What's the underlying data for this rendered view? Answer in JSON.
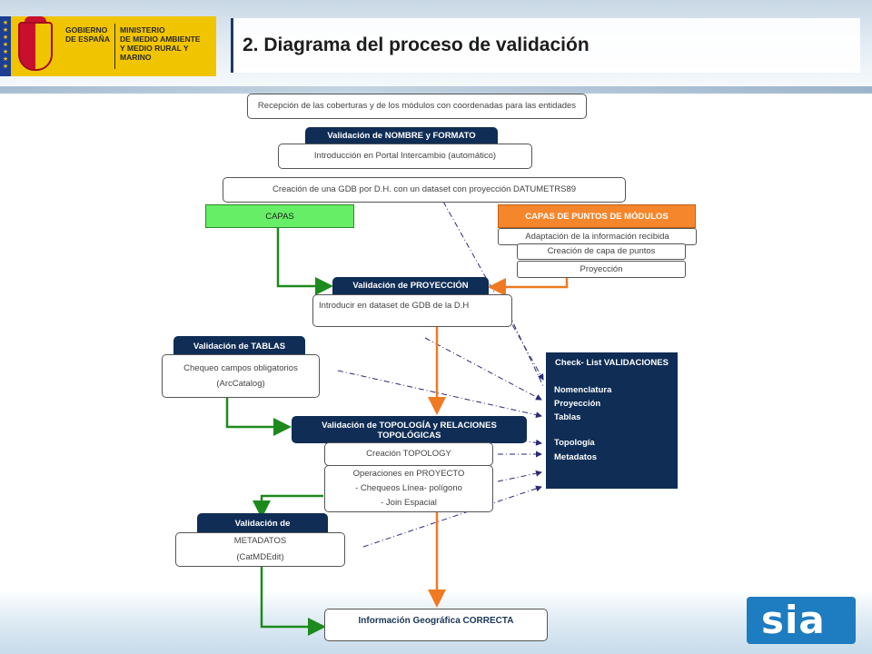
{
  "header": {
    "title": "2. Diagrama del proceso de validación",
    "gov_logo": {
      "line1": "GOBIERNO",
      "line2": "DE ESPAÑA",
      "ministry1": "MINISTERIO",
      "ministry2": "DE MEDIO AMBIENTE",
      "ministry3": "Y MEDIO RURAL Y MARINO"
    }
  },
  "flow": {
    "reception": "Recepción de las coberturas y de los módulos con coordenadas para las entidades",
    "validation_name_format": "Validación de NOMBRE y FORMATO",
    "portal_intro": "Introducción en Portal Intercambio (automático)",
    "gdb_creation": "Creación de una GDB por D.H. con un dataset con proyección DATUMETRS89",
    "capas": "CAPAS",
    "capas_puntos": "CAPAS DE PUNTOS DE MÓDULOS",
    "adaptacion": "Adaptación de la información recibida",
    "creacion_capa_puntos": "Creación de capa de puntos",
    "proyeccion_step": "Proyección",
    "validation_projection": "Validación de PROYECCIÓN",
    "introducir_dataset": "Introducir en dataset de GDB de la D.H",
    "validation_tables": "Validación de TABLAS",
    "chequeo_campos_1": "Chequeo campos obligatorios",
    "chequeo_campos_2": "(ArcCatalog)",
    "validation_topology": "Validación de TOPOLOGÍA y RELACIONES TOPOLÓGICAS",
    "creacion_topology": "Creación TOPOLOGY",
    "operaciones_1": "Operaciones en PROYECTO",
    "operaciones_2": "- Chequeos Línea- polígono",
    "operaciones_3": "- Join Espacial",
    "validation_metadata": "Validación de",
    "metadatos_1": "METADATOS",
    "metadatos_2": "(CatMDEdit)",
    "final": "Información Geográfica CORRECTA"
  },
  "checklist": {
    "title": "Check- List VALIDACIONES",
    "items": [
      "Nomenclatura",
      "Proyección",
      "Tablas",
      "Topología",
      "Metadatos"
    ]
  },
  "footer_logo": "sia",
  "colors": {
    "navy": "#0f2d55",
    "green_box": "#66ee66",
    "orange_box": "#f5862b",
    "green_arrow": "#1d8a1d",
    "orange_arrow": "#f07a22",
    "dash_line": "#2a2a7a"
  }
}
